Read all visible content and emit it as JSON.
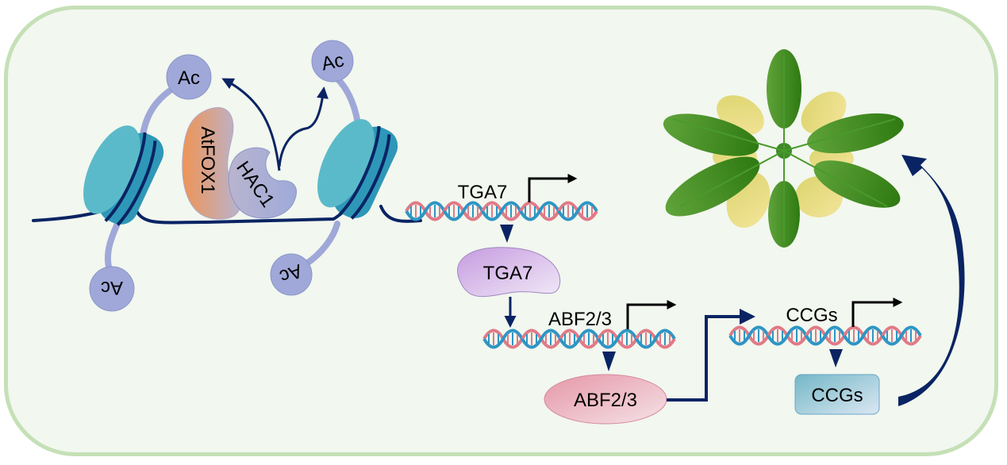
{
  "diagram": {
    "title": "AtFOX1-HAC1 histone acetylation regulates TGA7-ABF2/3-CCGs cascade",
    "colors": {
      "frame_border": "#c5e0b6",
      "background": "#f2f7ef",
      "arrow": "#0a2463",
      "nucleosome": "#2e97b8",
      "acetyl": "#9fa8d8",
      "dna_strand_a": "#e07a86",
      "dna_strand_b": "#2e95c4"
    },
    "chromatin": {
      "acetyl_labels": [
        "Ac",
        "Ac",
        "Ac",
        "Ac"
      ],
      "proteins": {
        "atfox1": "AtFOX1",
        "hac1": "HAC1"
      }
    },
    "genes": {
      "tga7_gene": "TGA7",
      "abf_gene": "ABF2/3",
      "ccgs_gene": "CCGs"
    },
    "proteins": {
      "tga7": "TGA7",
      "abf": "ABF2/3",
      "ccgs": "CCGs"
    },
    "outcome": {
      "icon": "arabidopsis-rosette-plant"
    }
  }
}
